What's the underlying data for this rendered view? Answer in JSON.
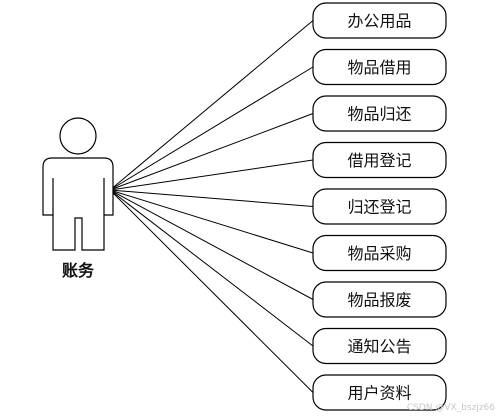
{
  "actor": {
    "name": "账务"
  },
  "use_cases": [
    {
      "label": "办公用品"
    },
    {
      "label": "物品借用"
    },
    {
      "label": "物品归还"
    },
    {
      "label": "借用登记"
    },
    {
      "label": "归还登记"
    },
    {
      "label": "物品采购"
    },
    {
      "label": "物品报废"
    },
    {
      "label": "通知公告"
    },
    {
      "label": "用户资料"
    }
  ],
  "watermark": "CSDN @VX_bszjz66",
  "colors": {
    "stroke": "#000000",
    "fill": "#ffffff",
    "text": "#111111",
    "watermark": "#c8c8c8"
  }
}
